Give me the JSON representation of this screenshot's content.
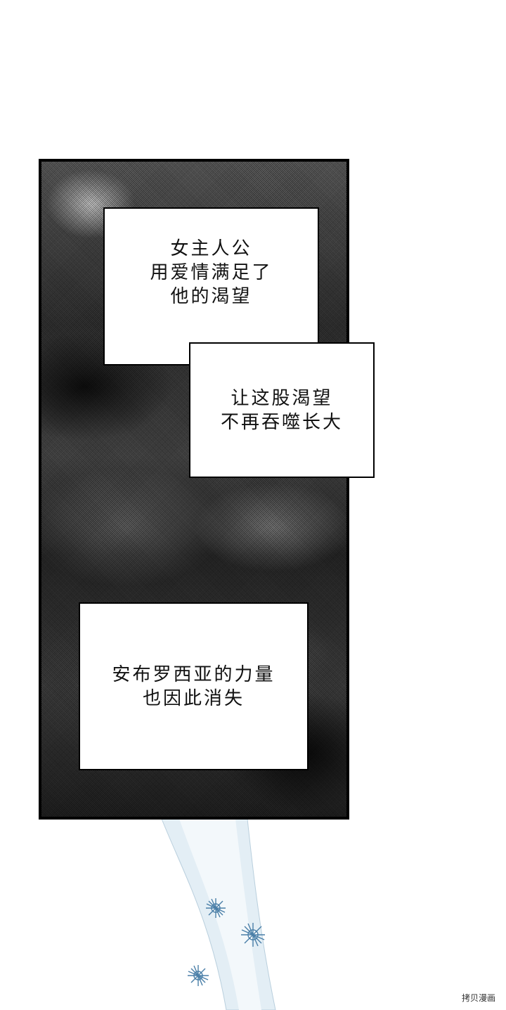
{
  "caption_top": {
    "lines": [
      "女主人公",
      "用爱情满足了",
      "他的渴望"
    ]
  },
  "caption_middle": {
    "lines": [
      "让这股渴望",
      "不再吞噬长大"
    ]
  },
  "caption_bottom": {
    "lines": [
      "安布罗西亚的力量",
      "也因此消失"
    ]
  },
  "watermark": {
    "text": "拷贝漫画"
  },
  "colors": {
    "beam": "#dbe9f2",
    "sparkle": "#4a7fa8",
    "border": "#000000"
  }
}
